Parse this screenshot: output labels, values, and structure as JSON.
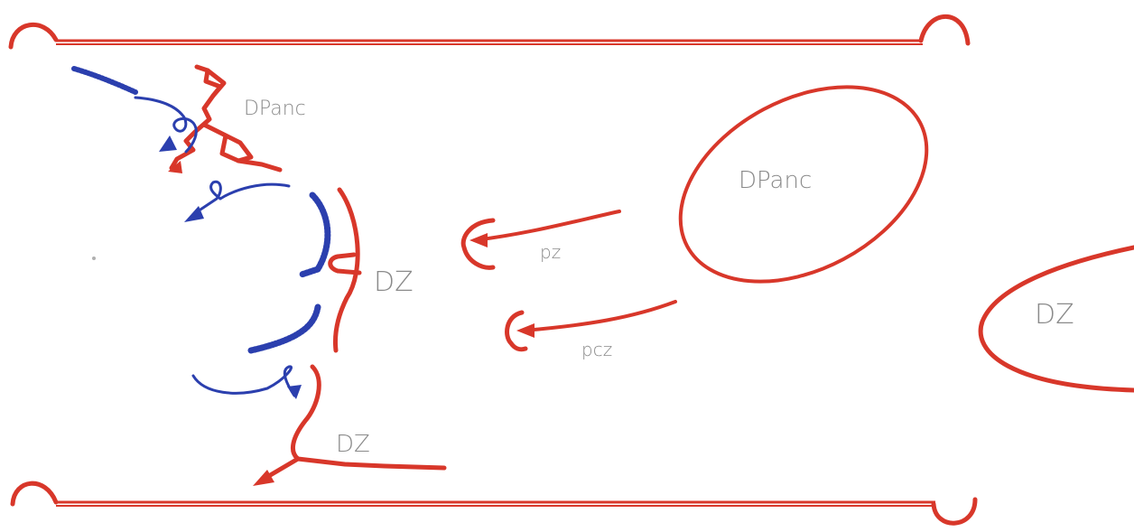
{
  "labels": {
    "dpanc_small": "DPanc",
    "dpanc_large": "DPanc",
    "dz_center": "DZ",
    "dz_bottom": "DZ",
    "dz_right": "DZ",
    "pz": "pz",
    "pcz": "pcz"
  },
  "colors": {
    "red": "#d8372a",
    "blue": "#2b3fae",
    "label": "#8a8a8a"
  }
}
